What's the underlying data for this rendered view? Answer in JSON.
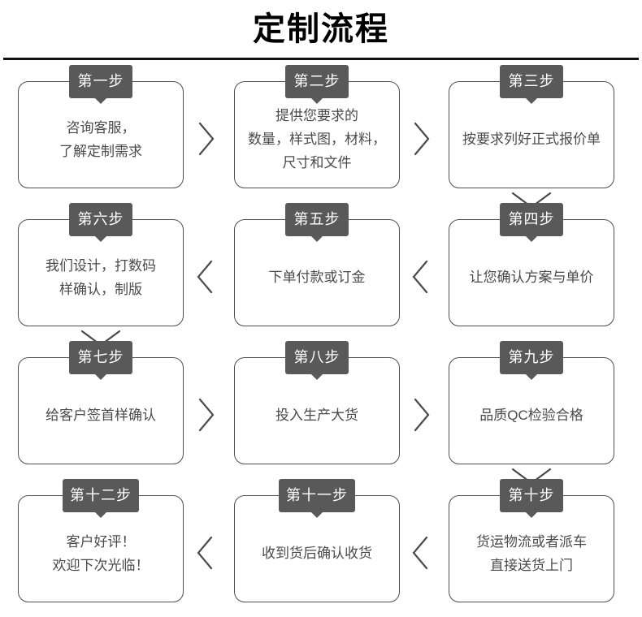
{
  "header": {
    "title": "定制流程"
  },
  "theme": {
    "badge_bg": "#595959",
    "badge_text": "#ffffff",
    "box_border": "#4f4f4f",
    "body_text": "#4a4a4a",
    "rule_color": "#111111",
    "background": "#ffffff"
  },
  "flow": {
    "rows": [
      {
        "direction": "left-to-right",
        "cells": [
          {
            "badge": "第一步",
            "lines": [
              "咨询客服，",
              "了解定制需求"
            ]
          },
          {
            "badge": "第二步",
            "lines": [
              "提供您要求的",
              "数量，样式图，材料，",
              "尺寸和文件"
            ]
          },
          {
            "badge": "第三步",
            "lines": [
              "按要求列好正式报价单"
            ]
          }
        ]
      },
      {
        "direction": "right-to-left",
        "cells": [
          {
            "badge": "第六步",
            "lines": [
              "我们设计，打数码",
              "样确认，制版"
            ]
          },
          {
            "badge": "第五步",
            "lines": [
              "下单付款或订金"
            ]
          },
          {
            "badge": "第四步",
            "lines": [
              "让您确认方案与单价"
            ]
          }
        ]
      },
      {
        "direction": "left-to-right",
        "cells": [
          {
            "badge": "第七步",
            "lines": [
              "给客户签首样确认"
            ]
          },
          {
            "badge": "第八步",
            "lines": [
              "投入生产大货"
            ]
          },
          {
            "badge": "第九步",
            "lines": [
              "品质QC检验合格"
            ]
          }
        ]
      },
      {
        "direction": "right-to-left",
        "cells": [
          {
            "badge": "第十二步",
            "lines": [
              "客户好评！",
              "欢迎下次光临！"
            ]
          },
          {
            "badge": "第十一步",
            "lines": [
              "收到货后确认收货"
            ]
          },
          {
            "badge": "第十步",
            "lines": [
              "货运物流或者派车",
              "直接送货上门"
            ]
          }
        ]
      }
    ],
    "connectors": {
      "right_chevron": "chevron-right-icon",
      "left_chevron": "chevron-left-icon",
      "down_chevron": "chevron-down-icon"
    }
  }
}
